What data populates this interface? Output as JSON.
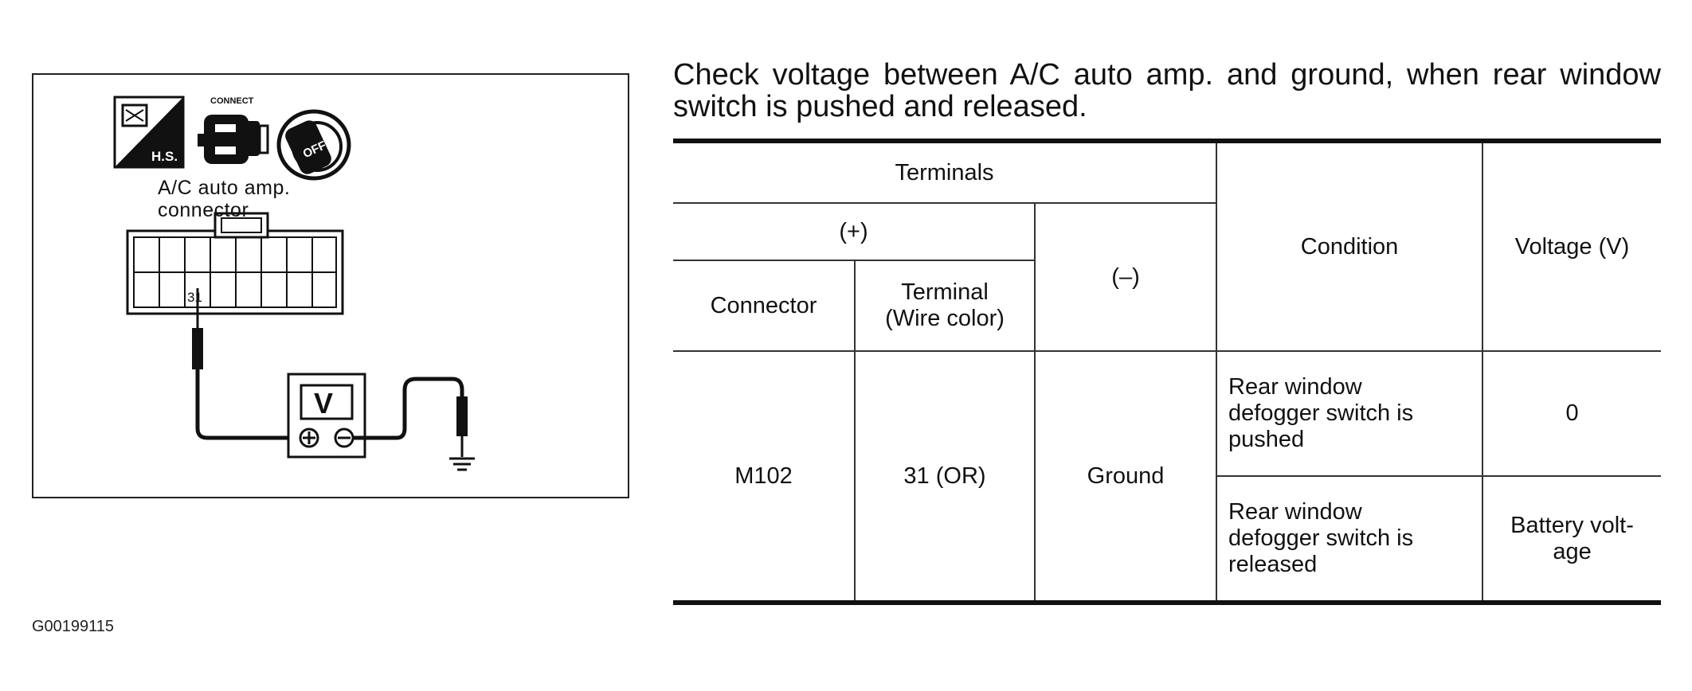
{
  "diagram": {
    "connector_label_line1": "A/C auto amp.",
    "connector_label_line2": "connector",
    "hs_icon_text": "H.S.",
    "connect_icon_text": "CONNECT",
    "off_icon_text": "OFF",
    "pin_number": "31",
    "meter_symbol": "V"
  },
  "instruction": "Check voltage between A/C auto amp. and ground, when rear window switch is pushed and released.",
  "table": {
    "terminals_header": "Terminals",
    "plus_header": "(+)",
    "minus_header": "(–)",
    "connector_header": "Connector",
    "terminal_header_line1": "Terminal",
    "terminal_header_line2": "(Wire color)",
    "condition_header": "Condition",
    "voltage_header": "Voltage (V)",
    "connector_value": "M102",
    "terminal_value": "31 (OR)",
    "minus_value": "Ground",
    "rows": [
      {
        "condition_line1": "Rear window",
        "condition_line2": "defogger switch is",
        "condition_line3": "pushed",
        "voltage_line1": "0",
        "voltage_line2": ""
      },
      {
        "condition_line1": "Rear window",
        "condition_line2": "defogger switch is",
        "condition_line3": "released",
        "voltage_line1": "Battery volt-",
        "voltage_line2": "age"
      }
    ]
  },
  "figure_id": "G00199115"
}
